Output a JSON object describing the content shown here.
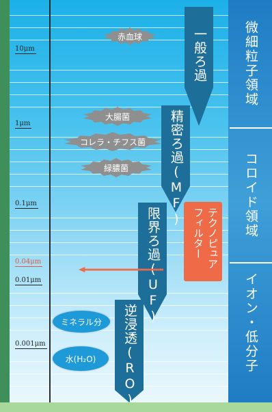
{
  "scale_labels": [
    {
      "text": "10μm",
      "color": "#222222"
    },
    {
      "text": "1μm",
      "color": "#222222"
    },
    {
      "text": "0.1μm",
      "color": "#222222"
    },
    {
      "text": "0.04μm",
      "color": "#e3583e"
    },
    {
      "text": "0.01μm",
      "color": "#222222"
    },
    {
      "text": "0.001μm",
      "color": "#222222"
    }
  ],
  "particles": {
    "red_blood_cell": "赤血球",
    "coliform": "大腸菌",
    "cholera_typhoid": "コレラ・チフス菌",
    "pyocyanin": "緑膿菌",
    "minerals": "ミネラル分",
    "water": "水(H₂O)"
  },
  "filters": {
    "general": "一般ろ過",
    "mf": "精密ろ過(MF)",
    "uf": "限界ろ過(UF)",
    "ro": "逆浸透(RO)"
  },
  "techno_pure": {
    "line1": "テクノピュア",
    "line2": "フィルター"
  },
  "regions": {
    "micro": "微細粒子領域",
    "colloid": "コロイド領域",
    "ion": "イオン・低分子"
  },
  "colors": {
    "filter_arrow": "#1e6e9a",
    "highlight": "#ef6a47",
    "particle_gray": "#8f8f8f",
    "particle_blue": "#1f9ad8"
  }
}
